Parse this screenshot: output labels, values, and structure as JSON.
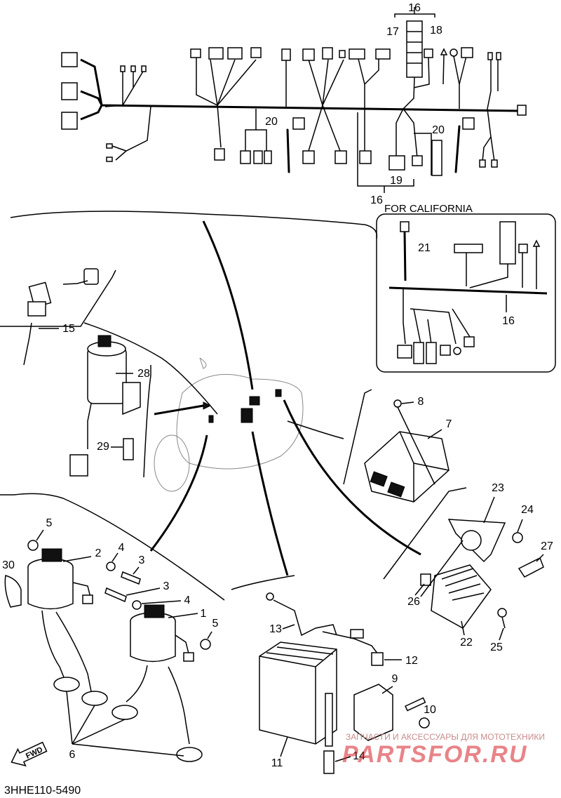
{
  "diagram_code": "3HHE110-5490",
  "inset_title": "FOR CALIFORNIA",
  "fwd_label": "FWD",
  "watermark": {
    "caption": "ЗАПЧАСТИ И АКСЕССУАРЫ ДЛЯ МОТОТЕХНИКИ",
    "brand": "PARTSFOR.RU",
    "brand_color": "#d61f26"
  },
  "callouts": {
    "c1": "1",
    "c2": "2",
    "c3a": "3",
    "c3b": "3",
    "c4a": "4",
    "c4b": "4",
    "c5a": "5",
    "c5b": "5",
    "c6": "6",
    "c7": "7",
    "c8": "8",
    "c9": "9",
    "c10": "10",
    "c11": "11",
    "c12": "12",
    "c13": "13",
    "c14": "14",
    "c15": "15",
    "c16a": "16",
    "c16b": "16",
    "c16c": "16",
    "c17": "17",
    "c18": "18",
    "c19": "19",
    "c20a": "20",
    "c20b": "20",
    "c21": "21",
    "c22": "22",
    "c23": "23",
    "c24": "24",
    "c25": "25",
    "c26": "26",
    "c27": "27",
    "c28": "28",
    "c29": "29",
    "c30": "30"
  }
}
